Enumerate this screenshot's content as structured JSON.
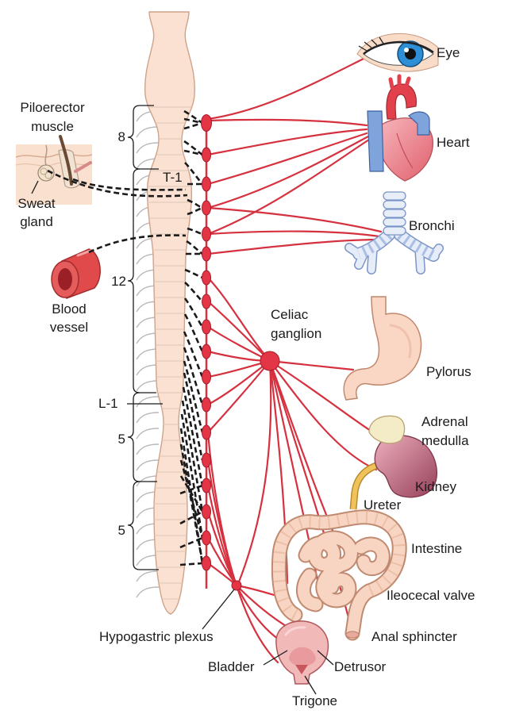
{
  "labels": {
    "eye": "Eye",
    "heart": "Heart",
    "bronchi": "Bronchi",
    "piloerector_muscle": [
      "Piloerector",
      "muscle"
    ],
    "sweat_gland": [
      "Sweat",
      "gland"
    ],
    "blood_vessel": [
      "Blood",
      "vessel"
    ],
    "celiac_ganglion": [
      "Celiac",
      "ganglion"
    ],
    "pylorus": "Pylorus",
    "adrenal_medulla": [
      "Adrenal",
      "medulla"
    ],
    "kidney": "Kidney",
    "ureter": "Ureter",
    "intestine": "Intestine",
    "ileocecal_valve": "Ileocecal valve",
    "anal_sphincter": "Anal sphincter",
    "hypogastric_plexus": "Hypogastric plexus",
    "bladder": "Bladder",
    "detrusor": "Detrusor",
    "trigone": "Trigone"
  },
  "spinal_segments": {
    "cervical_count": "8",
    "t1": "T-1",
    "thoracic_count": "12",
    "l1": "L-1",
    "lumbar_count": "5",
    "sacral_count": "5"
  },
  "colors": {
    "nerve": "#d6313f",
    "ganglion": "#e33545",
    "ganglion_outline": "#a31d2b",
    "preganglionic": "#1a1a1a",
    "cord_fill": "#fbe1d1",
    "cord_outline": "#cfa28b",
    "ureter": "#f0c35a"
  }
}
